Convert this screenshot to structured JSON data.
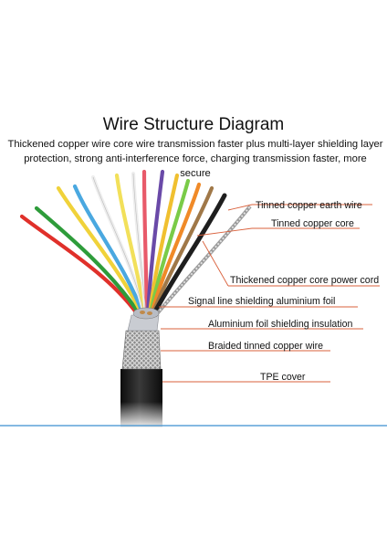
{
  "header": {
    "title": "Wire Structure Diagram",
    "subtitle": "Thickened copper wire core wire transmission faster plus multi-layer shielding layer protection, strong anti-interference force, charging transmission faster, more secure"
  },
  "callouts": [
    {
      "id": "earth-wire",
      "label": "Tinned copper earth wire"
    },
    {
      "id": "copper-core",
      "label": "Tinned copper core"
    },
    {
      "id": "power-cord",
      "label": "Thickened copper core power cord"
    },
    {
      "id": "signal-foil",
      "label": "Signal line shielding aluminium foil"
    },
    {
      "id": "foil-insulation",
      "label": "Aluminium foil shielding insulation"
    },
    {
      "id": "braid",
      "label": "Braided tinned copper wire"
    },
    {
      "id": "tpe",
      "label": "TPE cover"
    }
  ],
  "colors": {
    "accent_line": "#d9603b",
    "divider": "#3b8fd0",
    "jacket": "#1a1a1a",
    "wires": [
      "#e0302a",
      "#2e9c3a",
      "#f0d23a",
      "#4aa8e0",
      "#f4f4f4",
      "#f2e05a",
      "#f4f4f4",
      "#e85a6a",
      "#6a4aa8",
      "#f0c030",
      "#7acb48",
      "#f08a28",
      "#a07848",
      "#2a2a2a"
    ]
  }
}
